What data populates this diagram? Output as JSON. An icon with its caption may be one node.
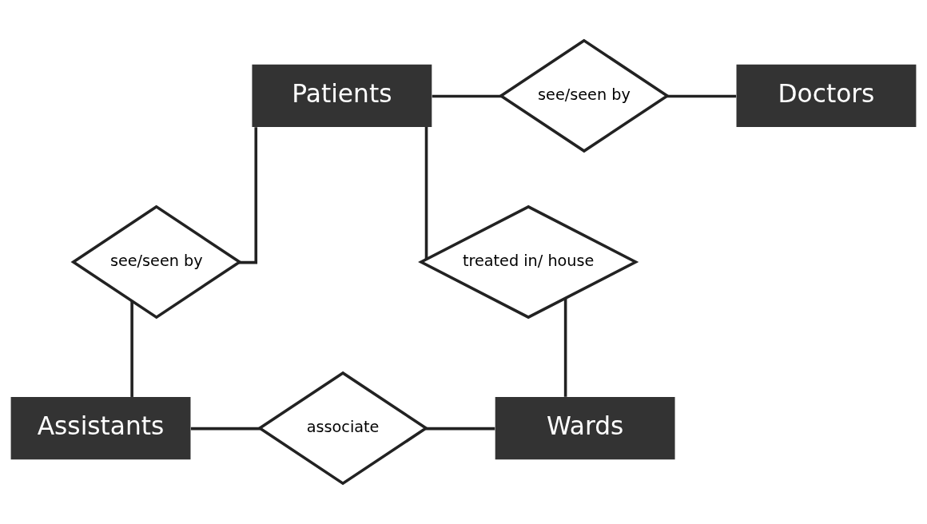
{
  "diagram": {
    "nodes": [
      {
        "text": [
          "Patients"
        ]
      },
      {
        "text": [
          "see/seen by"
        ]
      },
      {
        "text": [
          "Doctors"
        ]
      },
      {
        "text": [
          "see/seen by"
        ]
      },
      {
        "text": [
          "treated in/ house"
        ]
      },
      {
        "text": [
          "Wards"
        ]
      },
      {
        "text": [
          "Assistants"
        ]
      },
      {
        "text": [
          "associate"
        ]
      }
    ],
    "edges": [
      {
        "from": 0,
        "to": 1,
        "arrow": "none"
      },
      {
        "from": 1,
        "to": 2,
        "arrow": "none"
      },
      {
        "from": 0,
        "to": 3,
        "arrow": "none"
      },
      {
        "from": 3,
        "to": 6,
        "arrow": "none"
      },
      {
        "from": 0,
        "to": 4,
        "arrow": "none"
      },
      {
        "from": 4,
        "to": 5,
        "arrow": "none"
      },
      {
        "from": 6,
        "to": 7,
        "arrow": "none"
      },
      {
        "from": 7,
        "to": 5,
        "arrow": "none"
      }
    ]
  }
}
